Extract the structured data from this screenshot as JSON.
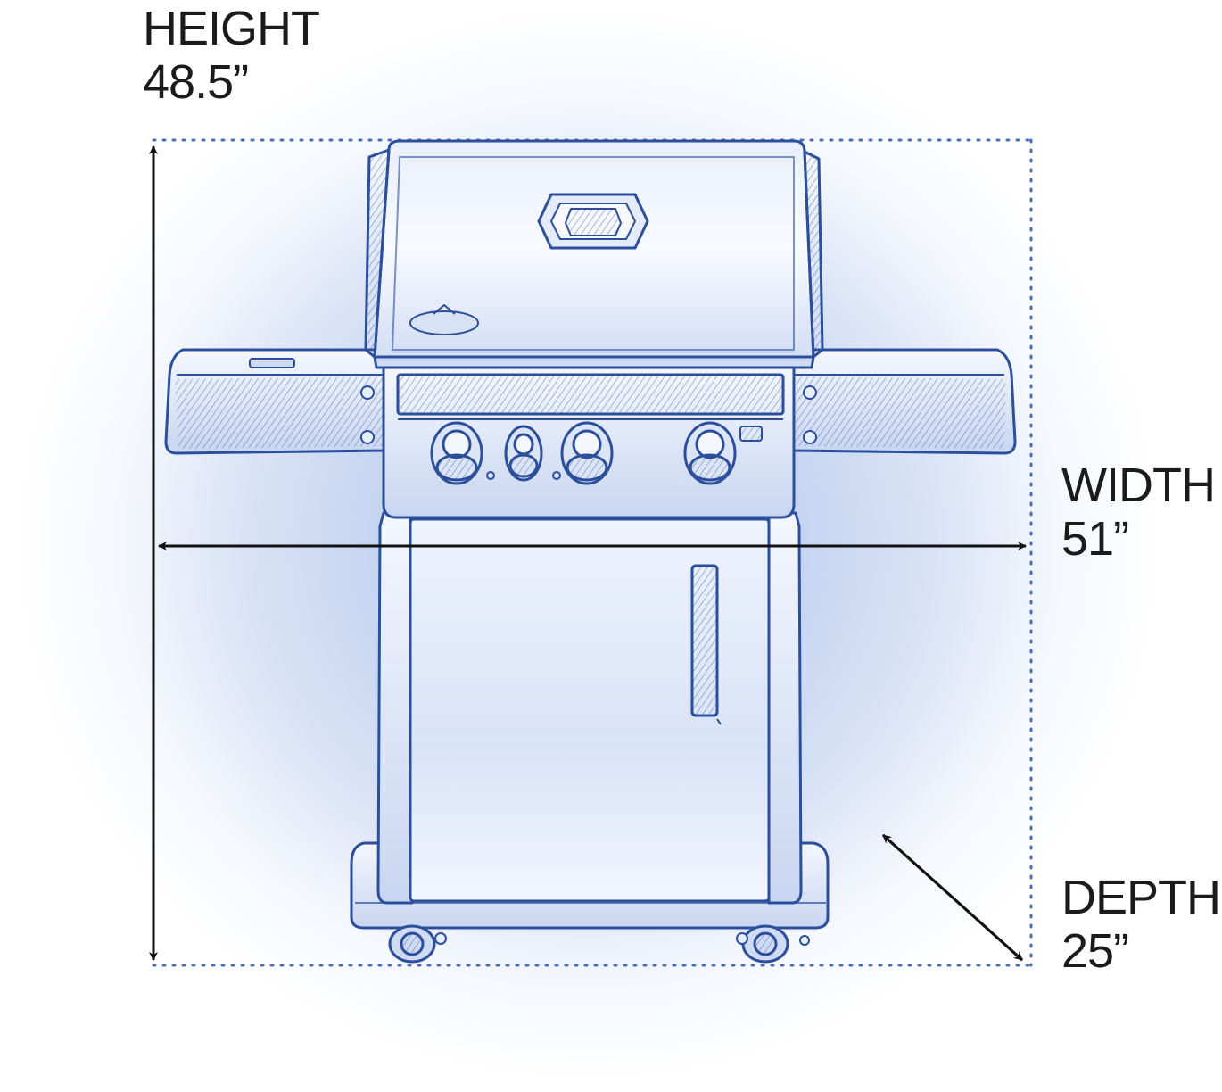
{
  "dimensions": {
    "height": {
      "label": "HEIGHT",
      "value": "48.5”"
    },
    "width": {
      "label": "WIDTH",
      "value": "51”"
    },
    "depth": {
      "label": "DEPTH",
      "value": "25”"
    }
  },
  "colors": {
    "sketch_line": "#2c4f9c",
    "sketch_fill": "#dfe7f8",
    "dotted_border": "#4a6fb8",
    "arrow": "#111111",
    "glow": "#b7c9ec"
  }
}
